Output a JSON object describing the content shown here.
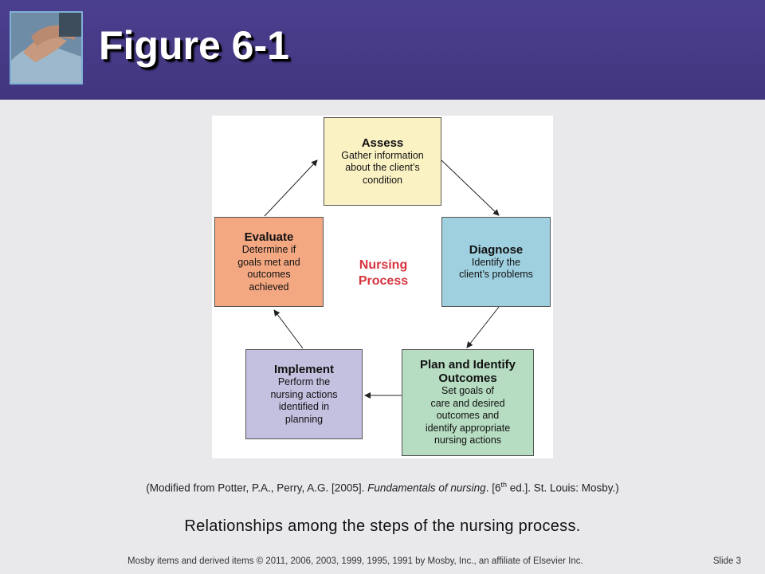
{
  "header": {
    "title": "Figure 6-1",
    "bg_color": "#463a86",
    "thumbnail_icon": "caregiver-hands-photo-icon"
  },
  "diagram": {
    "center_label": [
      "Nursing",
      "Process"
    ],
    "center_color": "#d6343f",
    "steps": [
      {
        "id": "assess",
        "title": "Assess",
        "lines": [
          "Gather information",
          "about the client’s",
          "condition"
        ],
        "color": "#fbf2c4"
      },
      {
        "id": "diagnose",
        "title": "Diagnose",
        "lines": [
          "Identify the",
          "client’s problems"
        ],
        "color": "#9fd0e0"
      },
      {
        "id": "plan",
        "title": "Plan and Identify Outcomes",
        "lines": [
          "Set goals of",
          "care and desired",
          "outcomes and",
          "identify appropriate",
          "nursing actions"
        ],
        "color": "#b6dcc2"
      },
      {
        "id": "implement",
        "title": "Implement",
        "lines": [
          "Perform the",
          "nursing actions",
          "identified in",
          "planning"
        ],
        "color": "#c4c0e0"
      },
      {
        "id": "evaluate",
        "title": "Evaluate",
        "lines": [
          "Determine if",
          "goals met and",
          "outcomes",
          "achieved"
        ],
        "color": "#f4a882"
      }
    ]
  },
  "citation": {
    "prefix": "(Modified from Potter, P.A., Perry, A.G. [2005]. ",
    "book": "Fundamentals of nursing",
    "mid": ". [6",
    "sup": "th",
    "suffix": " ed.]. St. Louis: Mosby.)"
  },
  "caption": "Relationships among the steps of the nursing process.",
  "footer": {
    "copyright": "Mosby items and derived items © 2011, 2006, 2003, 1999, 1995, 1991 by Mosby, Inc., an affiliate of Elsevier Inc.",
    "slide": "Slide 3"
  }
}
